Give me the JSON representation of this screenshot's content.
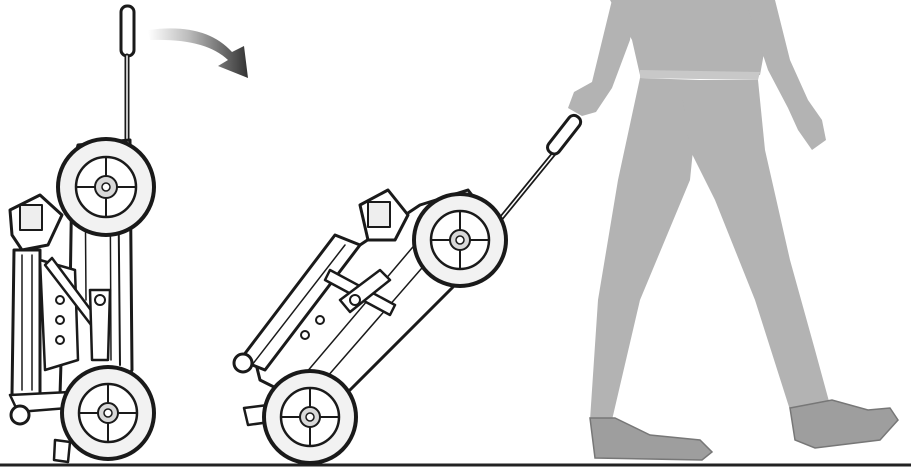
{
  "illustration": {
    "steps": [
      {
        "name": "folded-scooter-upright"
      },
      {
        "name": "folded-scooter-tilted"
      },
      {
        "name": "person-pulling-scooter"
      }
    ],
    "arrow": {
      "name": "tilt-direction-arrow",
      "shape": "curved-clockwise"
    },
    "colors": {
      "line": "#1a1a1a",
      "frame_fill": "#ffffff",
      "tire_fill": "#f2f2f2",
      "hub_fill": "#d9d9d9",
      "person_fill": "#b3b3b3",
      "person_shoe": "#9e9e9e",
      "arrow_fill": "#333333",
      "ground": "#222222"
    }
  }
}
